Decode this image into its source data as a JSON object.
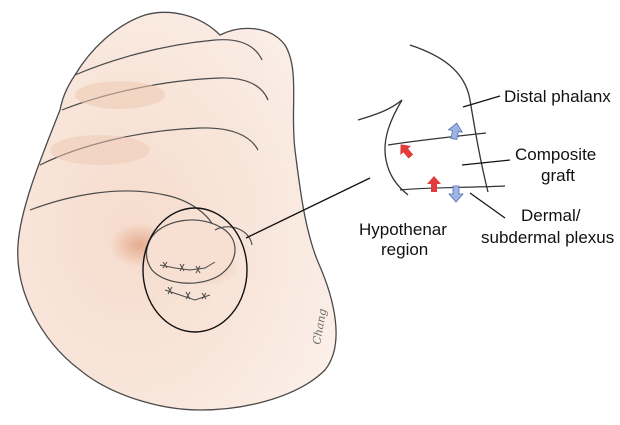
{
  "labels": {
    "distal_phalanx": "Distal phalanx",
    "composite_graft_1": "Composite",
    "composite_graft_2": "graft",
    "dermal_plexus_1": "Dermal/",
    "dermal_plexus_2": "subdermal plexus",
    "hypothenar_1": "Hypothenar",
    "hypothenar_2": "region",
    "signature": "Chang"
  },
  "colors": {
    "skin_light": "#f8e3d6",
    "skin_mid": "#efc8b3",
    "skin_shadow": "#e2a98c",
    "outline": "#4a4a4a",
    "arrow_red": "#e23b3b",
    "arrow_blue": "#9db4e6",
    "arrow_blue_stroke": "#5a6fb0"
  },
  "icons": {
    "inflow_arrow": "red-up-arrow-icon",
    "outflow_arrow": "blue-up-arrow-icon"
  }
}
